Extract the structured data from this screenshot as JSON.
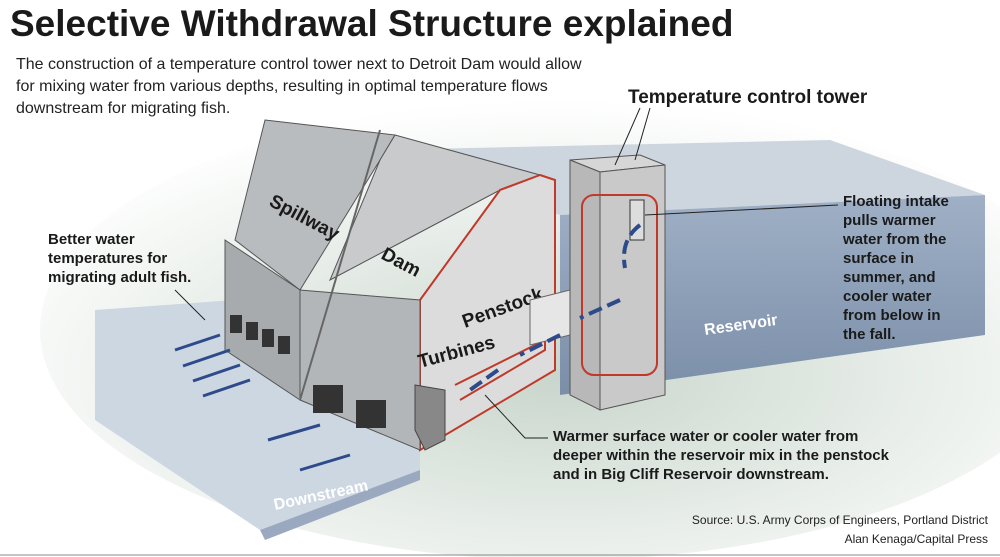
{
  "title": "Selective Withdrawal Structure explained",
  "subtitle": [
    "The construction of a temperature control tower next to Detroit Dam would allow",
    "for mixing water from various depths, resulting in optimal temperature flows",
    "downstream for migrating fish."
  ],
  "labels": {
    "tower": "Temperature control tower",
    "spillway": "Spillway",
    "dam": "Dam",
    "penstock": "Penstock",
    "turbines": "Turbines",
    "reservoir": "Reservoir",
    "downstream": "Downstream"
  },
  "callouts": {
    "fish": [
      "Better water",
      "temperatures for",
      "migrating adult fish."
    ],
    "intake": [
      "Floating intake",
      "pulls warmer",
      "water from the",
      "surface in",
      "summer, and",
      "cooler water",
      "from below in",
      "the fall."
    ],
    "mix": [
      "Warmer surface water or cooler water from",
      "deeper within the reservoir mix in the penstock",
      "and in Big Cliff Reservoir downstream."
    ]
  },
  "credits": {
    "source": "Source: U.S. Army Corps of Engineers, Portland District",
    "artist": "Alan Kenaga/Capital Press"
  },
  "colors": {
    "arrow": "#2d4a8a",
    "outline": "#c0392b",
    "water": "#8a9bb5"
  }
}
